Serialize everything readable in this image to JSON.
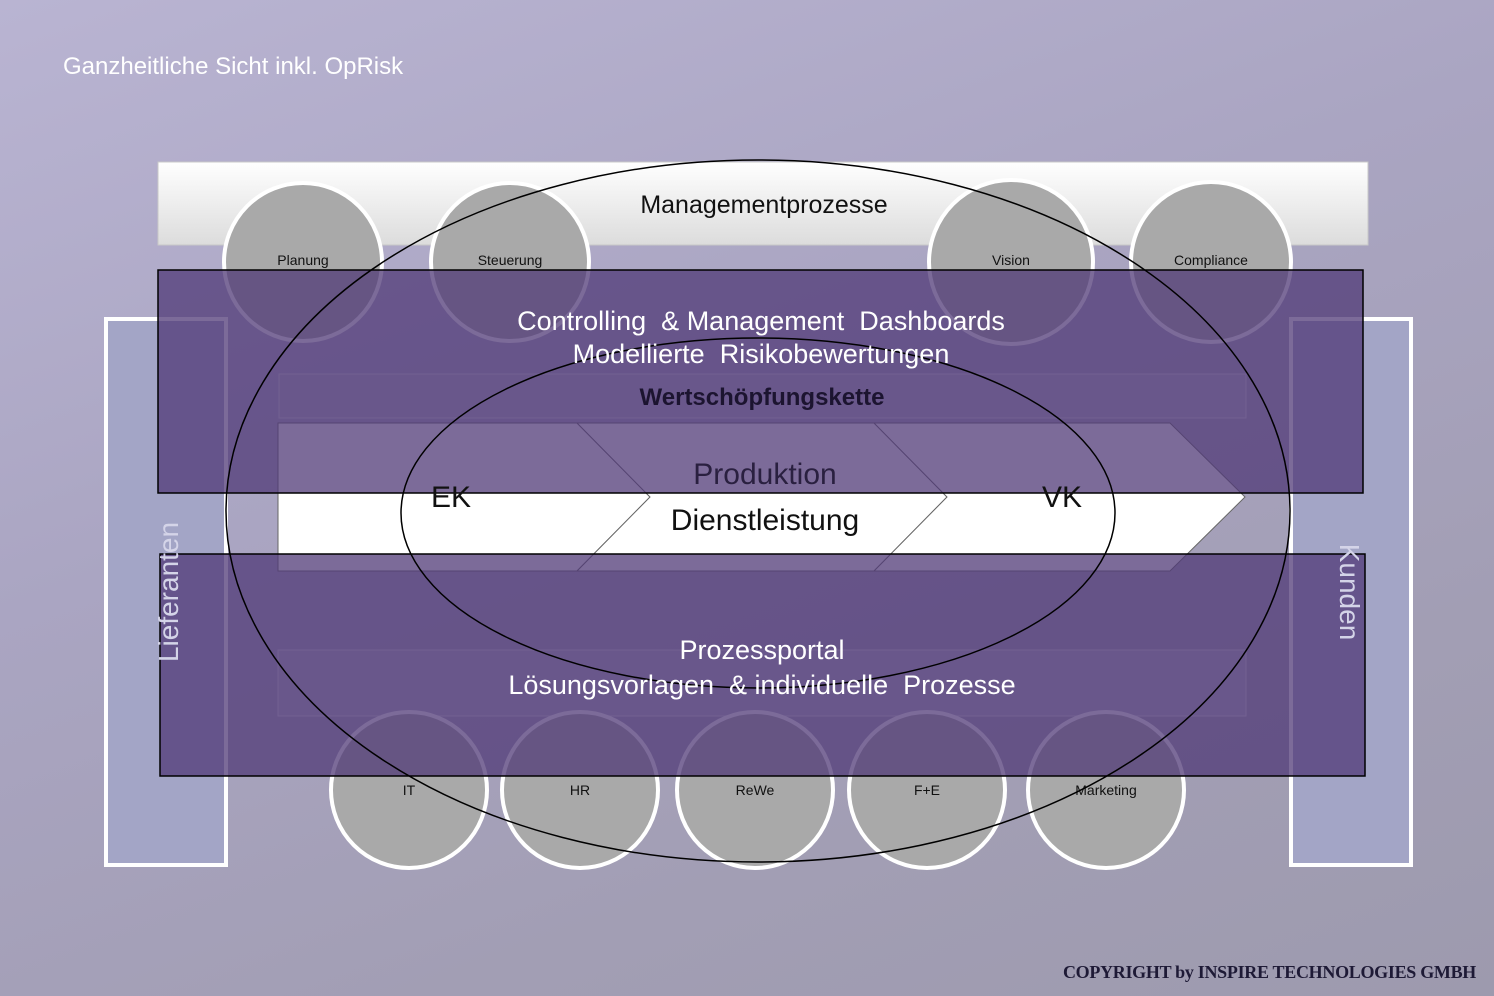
{
  "slide_title": "Ganzheitliche Sicht inkl. OpRisk",
  "management_bar": "Managementprozesse",
  "top_circles": [
    "Planung",
    "Steuerung",
    "Vision",
    "Compliance"
  ],
  "side_left": "Lieferanten",
  "side_right": "Kunden",
  "value_chain_header": "Wertschöpfungskette",
  "value_chain": {
    "ek": "EK",
    "produktion": "Produktion",
    "dienstleistung": "Dienstleistung",
    "vk": "VK"
  },
  "overlay_top": {
    "line1": "Controlling  & Management  Dashboards",
    "line2": "Modellierte  Risikobewertungen"
  },
  "overlay_bottom": {
    "line1": "Prozessportal",
    "line2": "Lösungsvorlagen  & individuelle  Prozesse"
  },
  "bottom_circles": [
    "IT",
    "HR",
    "ReWe",
    "F+E",
    "Marketing"
  ],
  "copyright": "COPYRIGHT by INSPIRE TECHNOLOGIES GMBH",
  "colors": {
    "overlay": "#50 3a 77",
    "circle": "#a9a9a9",
    "side": "#a4a6c6"
  }
}
